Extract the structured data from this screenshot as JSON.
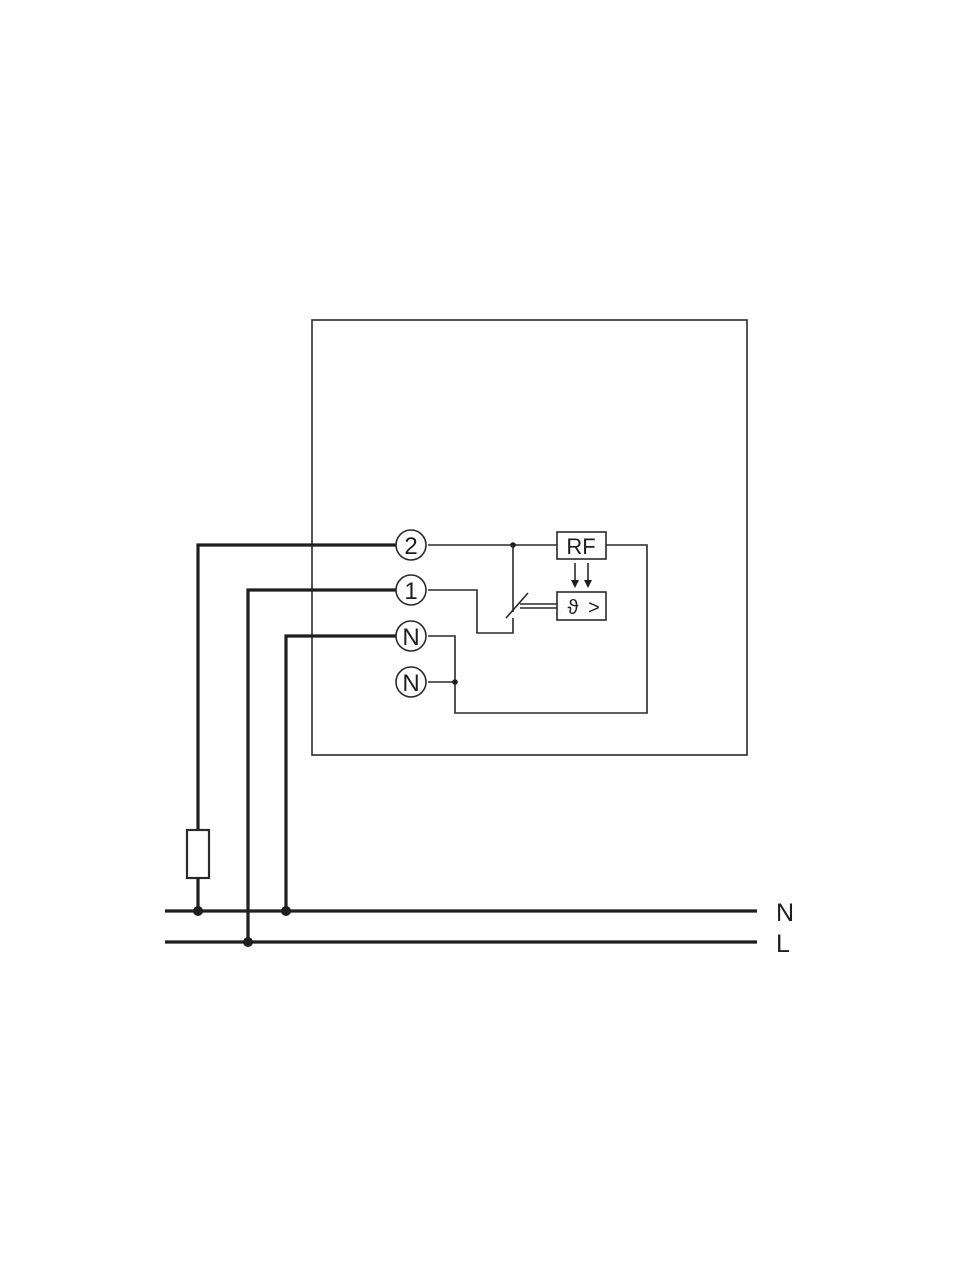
{
  "terminals": [
    {
      "id": "t2",
      "label": "2"
    },
    {
      "id": "t1",
      "label": "1"
    },
    {
      "id": "tn1",
      "label": "N"
    },
    {
      "id": "tn2",
      "label": "N"
    }
  ],
  "rf_block": {
    "label": "RF"
  },
  "temperature_block": {
    "symbol": "ϑ",
    "comparator": ">"
  },
  "bus_lines": [
    {
      "id": "neutral",
      "label": "N"
    },
    {
      "id": "line",
      "label": "L"
    }
  ],
  "colors": {
    "stroke": "#1e1e1e",
    "background": "#ffffff"
  }
}
